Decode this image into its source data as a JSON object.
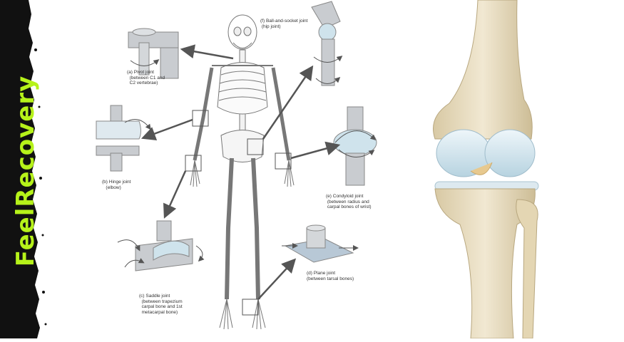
{
  "brand": {
    "text": "FeelRecovery",
    "accent": "#b6f21a",
    "strip_color": "#111111"
  },
  "joints": {
    "pivot": [
      "(a) Pivot joint",
      "(between C1 and",
      "C2 vertebrae)"
    ],
    "hinge": [
      "(b) Hinge joint",
      "(elbow)"
    ],
    "saddle": [
      "(c) Saddle joint",
      "(between trapezium",
      "carpal bone and 1st",
      "metacarpal bone)"
    ],
    "plane": [
      "(d) Plane joint",
      "(between tarsal bones)"
    ],
    "condyloid": [
      "(e) Condyloid joint",
      "(between radius and",
      "carpal bones of wrist)"
    ],
    "ball": [
      "(f) Ball-and-socket joint",
      "(hip joint)"
    ]
  },
  "colors": {
    "bone": "#e8dcc0",
    "cartilage": "#cfe3ec",
    "joint_grey": "#c9ccd0",
    "arrow": "#555555"
  }
}
